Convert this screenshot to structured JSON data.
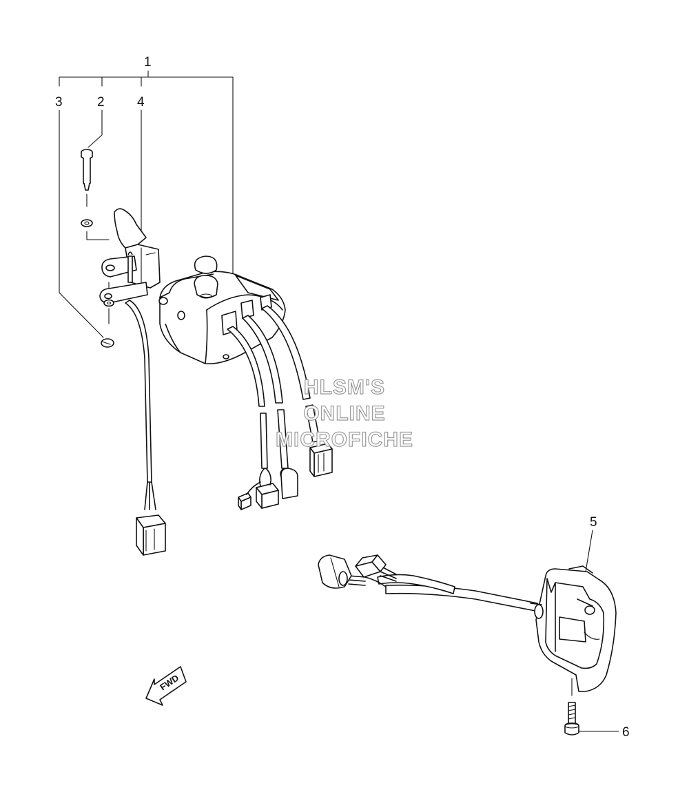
{
  "callouts": [
    {
      "id": "1",
      "label": "1"
    },
    {
      "id": "2",
      "label": "2"
    },
    {
      "id": "3",
      "label": "3"
    },
    {
      "id": "4",
      "label": "4"
    },
    {
      "id": "5",
      "label": "5"
    },
    {
      "id": "6",
      "label": "6"
    }
  ],
  "watermark": {
    "line1": "HLSM'S",
    "line2": "ONLINE",
    "line3": "MICROFICHE"
  },
  "direction_arrow": {
    "label": "FWD",
    "icon": "forward-arrow-icon"
  },
  "colors": {
    "line": "#111111",
    "watermark_outline": "#9a9a9a",
    "background": "#ffffff"
  }
}
